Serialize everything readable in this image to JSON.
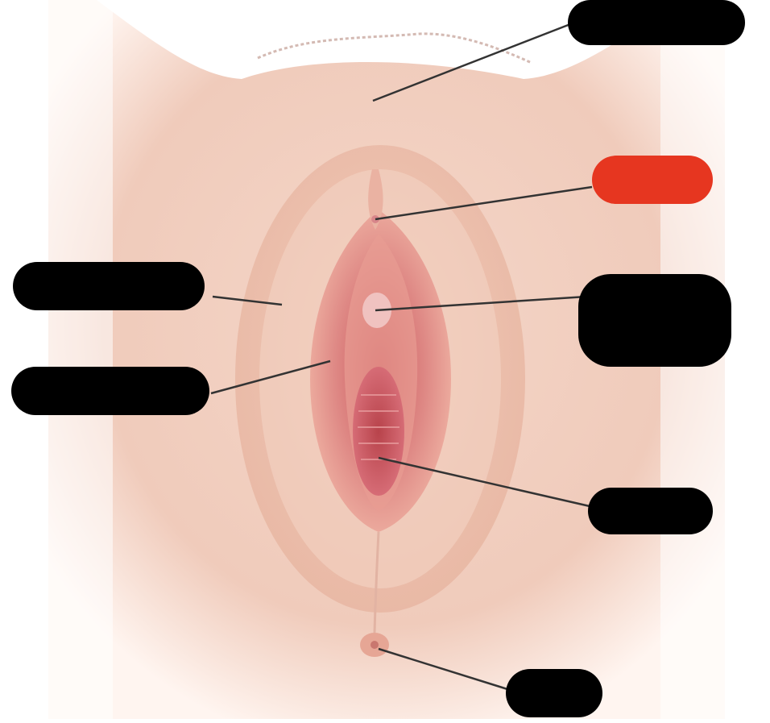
{
  "diagram": {
    "labels": [
      {
        "id": "label-top-right",
        "masked": true,
        "active": false,
        "text": ""
      },
      {
        "id": "label-highlight",
        "masked": false,
        "active": true,
        "text": ""
      },
      {
        "id": "label-left-upper",
        "masked": true,
        "active": false,
        "text": ""
      },
      {
        "id": "label-left-lower",
        "masked": true,
        "active": false,
        "text": ""
      },
      {
        "id": "label-right-middle",
        "masked": true,
        "active": false,
        "text": ""
      },
      {
        "id": "label-right-lower",
        "masked": true,
        "active": false,
        "text": ""
      },
      {
        "id": "label-bottom",
        "masked": true,
        "active": false,
        "text": ""
      }
    ]
  },
  "colors": {
    "mask": "#000000",
    "highlight": "#e63620",
    "skin": "#f3d3c4",
    "tissue": "#d9787a",
    "leader_line": "#333333"
  }
}
